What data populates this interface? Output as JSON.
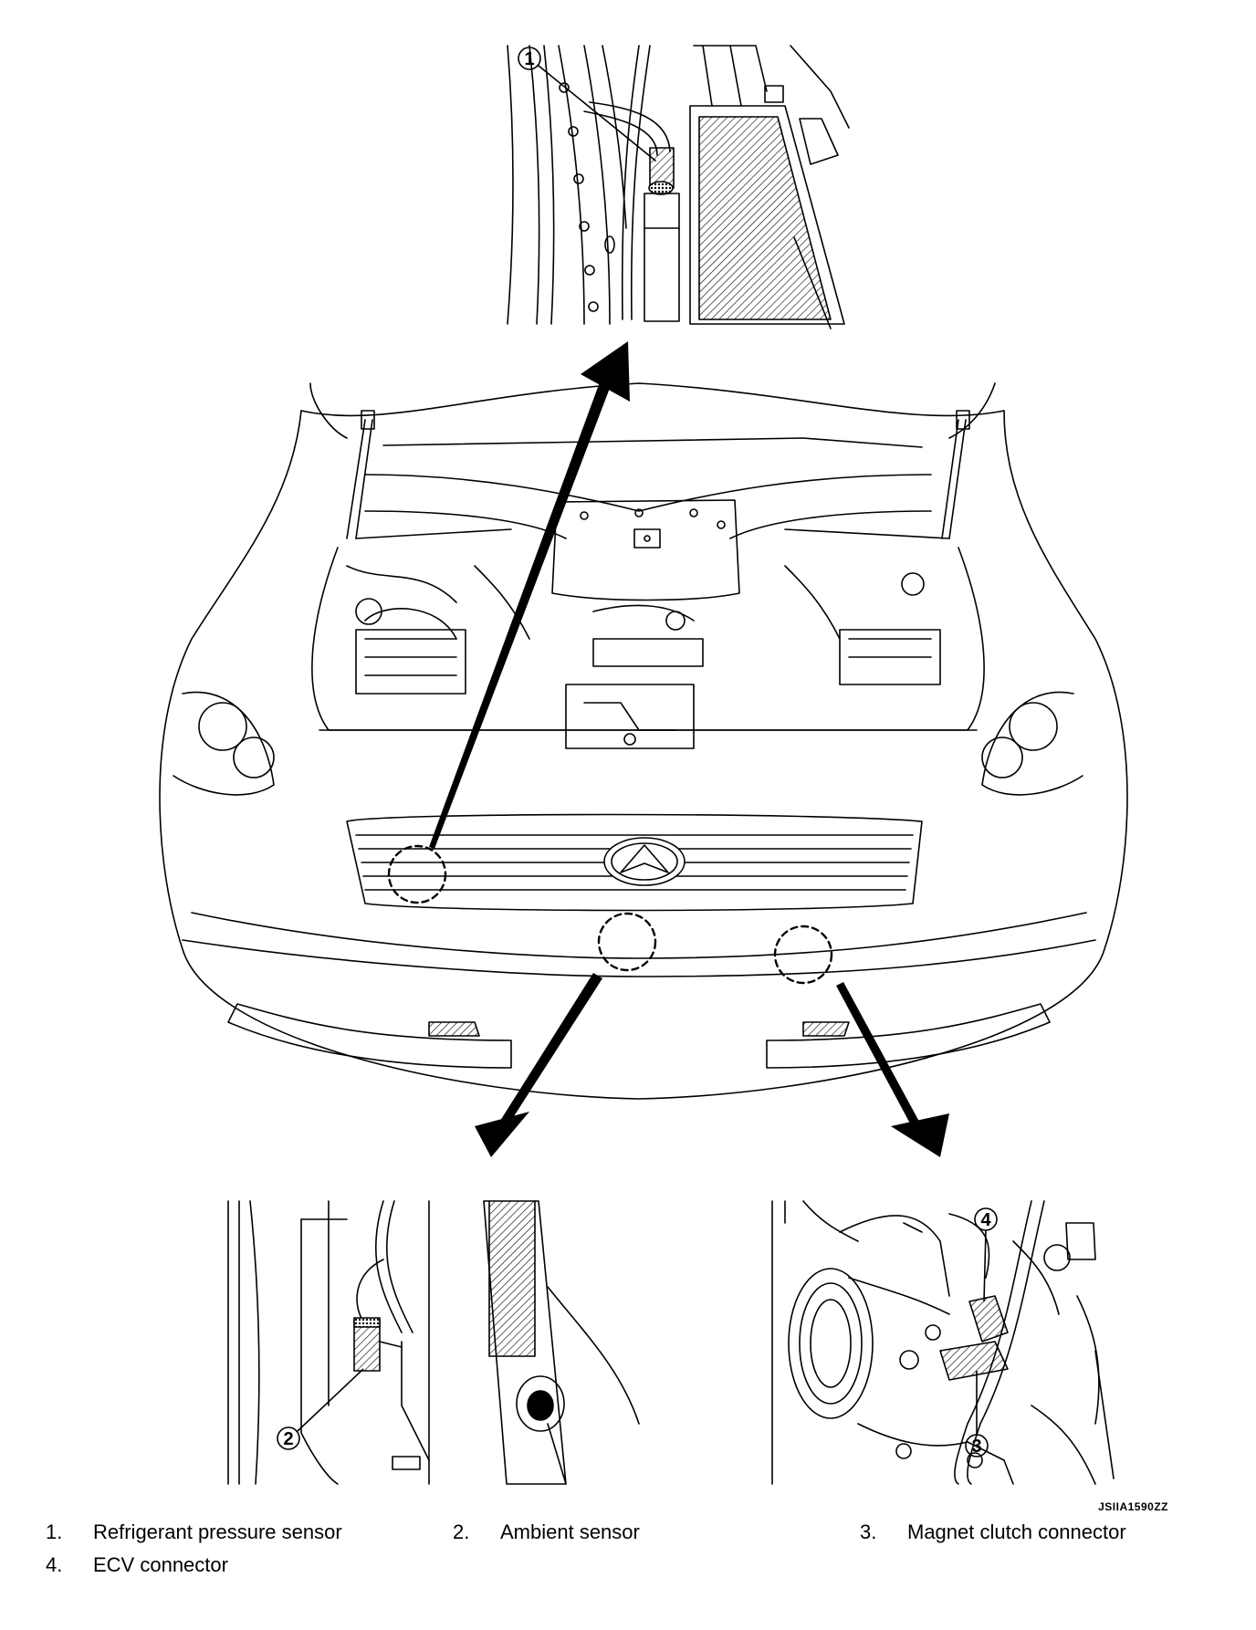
{
  "figure_id": "JSIIA1590ZZ",
  "callouts": [
    "1",
    "2",
    "3",
    "4"
  ],
  "legend": [
    {
      "number": "1.",
      "label": "Refrigerant pressure sensor"
    },
    {
      "number": "2.",
      "label": "Ambient sensor"
    },
    {
      "number": "3.",
      "label": "Magnet clutch connector"
    },
    {
      "number": "4.",
      "label": "ECV connector"
    }
  ]
}
